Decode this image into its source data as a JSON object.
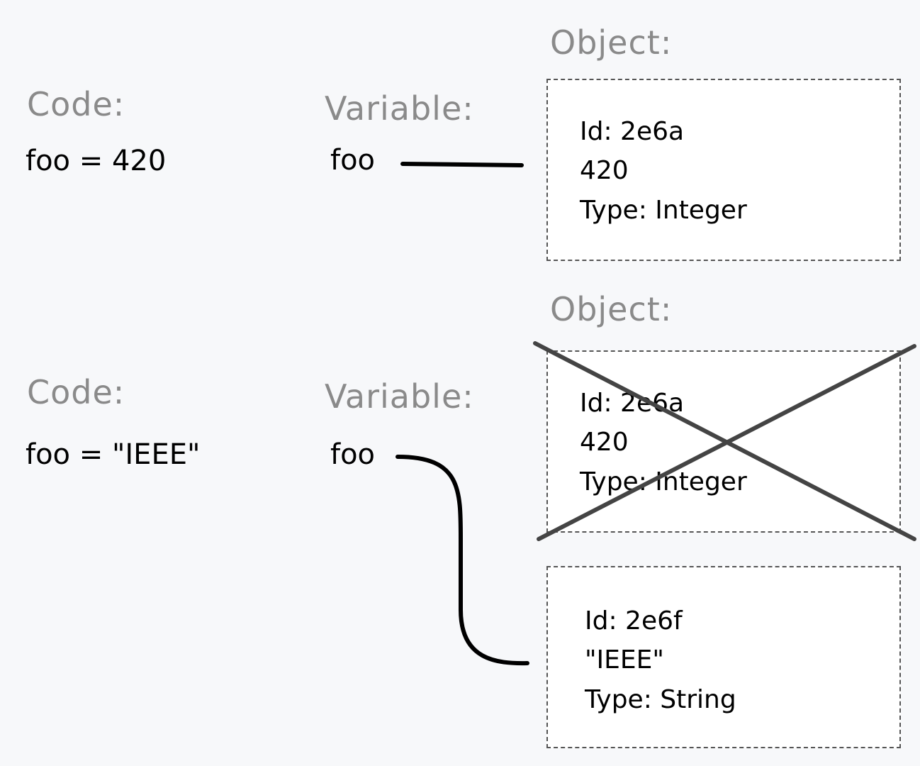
{
  "section1": {
    "code_heading": "Code:",
    "code": "foo = 420",
    "variable_heading": "Variable:",
    "variable": "foo",
    "object_heading": "Object:",
    "object": {
      "id": "Id: 2e6a",
      "value": "420",
      "type": "Type: Integer"
    }
  },
  "section2": {
    "code_heading": "Code:",
    "code": "foo = \"IEEE\"",
    "variable_heading": "Variable:",
    "variable": "foo",
    "object_heading": "Object:",
    "old_object": {
      "id": "Id: 2e6a",
      "value": "420",
      "type": "Type: Integer"
    },
    "new_object": {
      "id": "Id: 2e6f",
      "value": "\"IEEE\"",
      "type": "Type: String"
    }
  },
  "colors": {
    "heading": "#8a8a8a",
    "text": "#000000",
    "cross": "#444444",
    "background": "#f7f8fa"
  }
}
